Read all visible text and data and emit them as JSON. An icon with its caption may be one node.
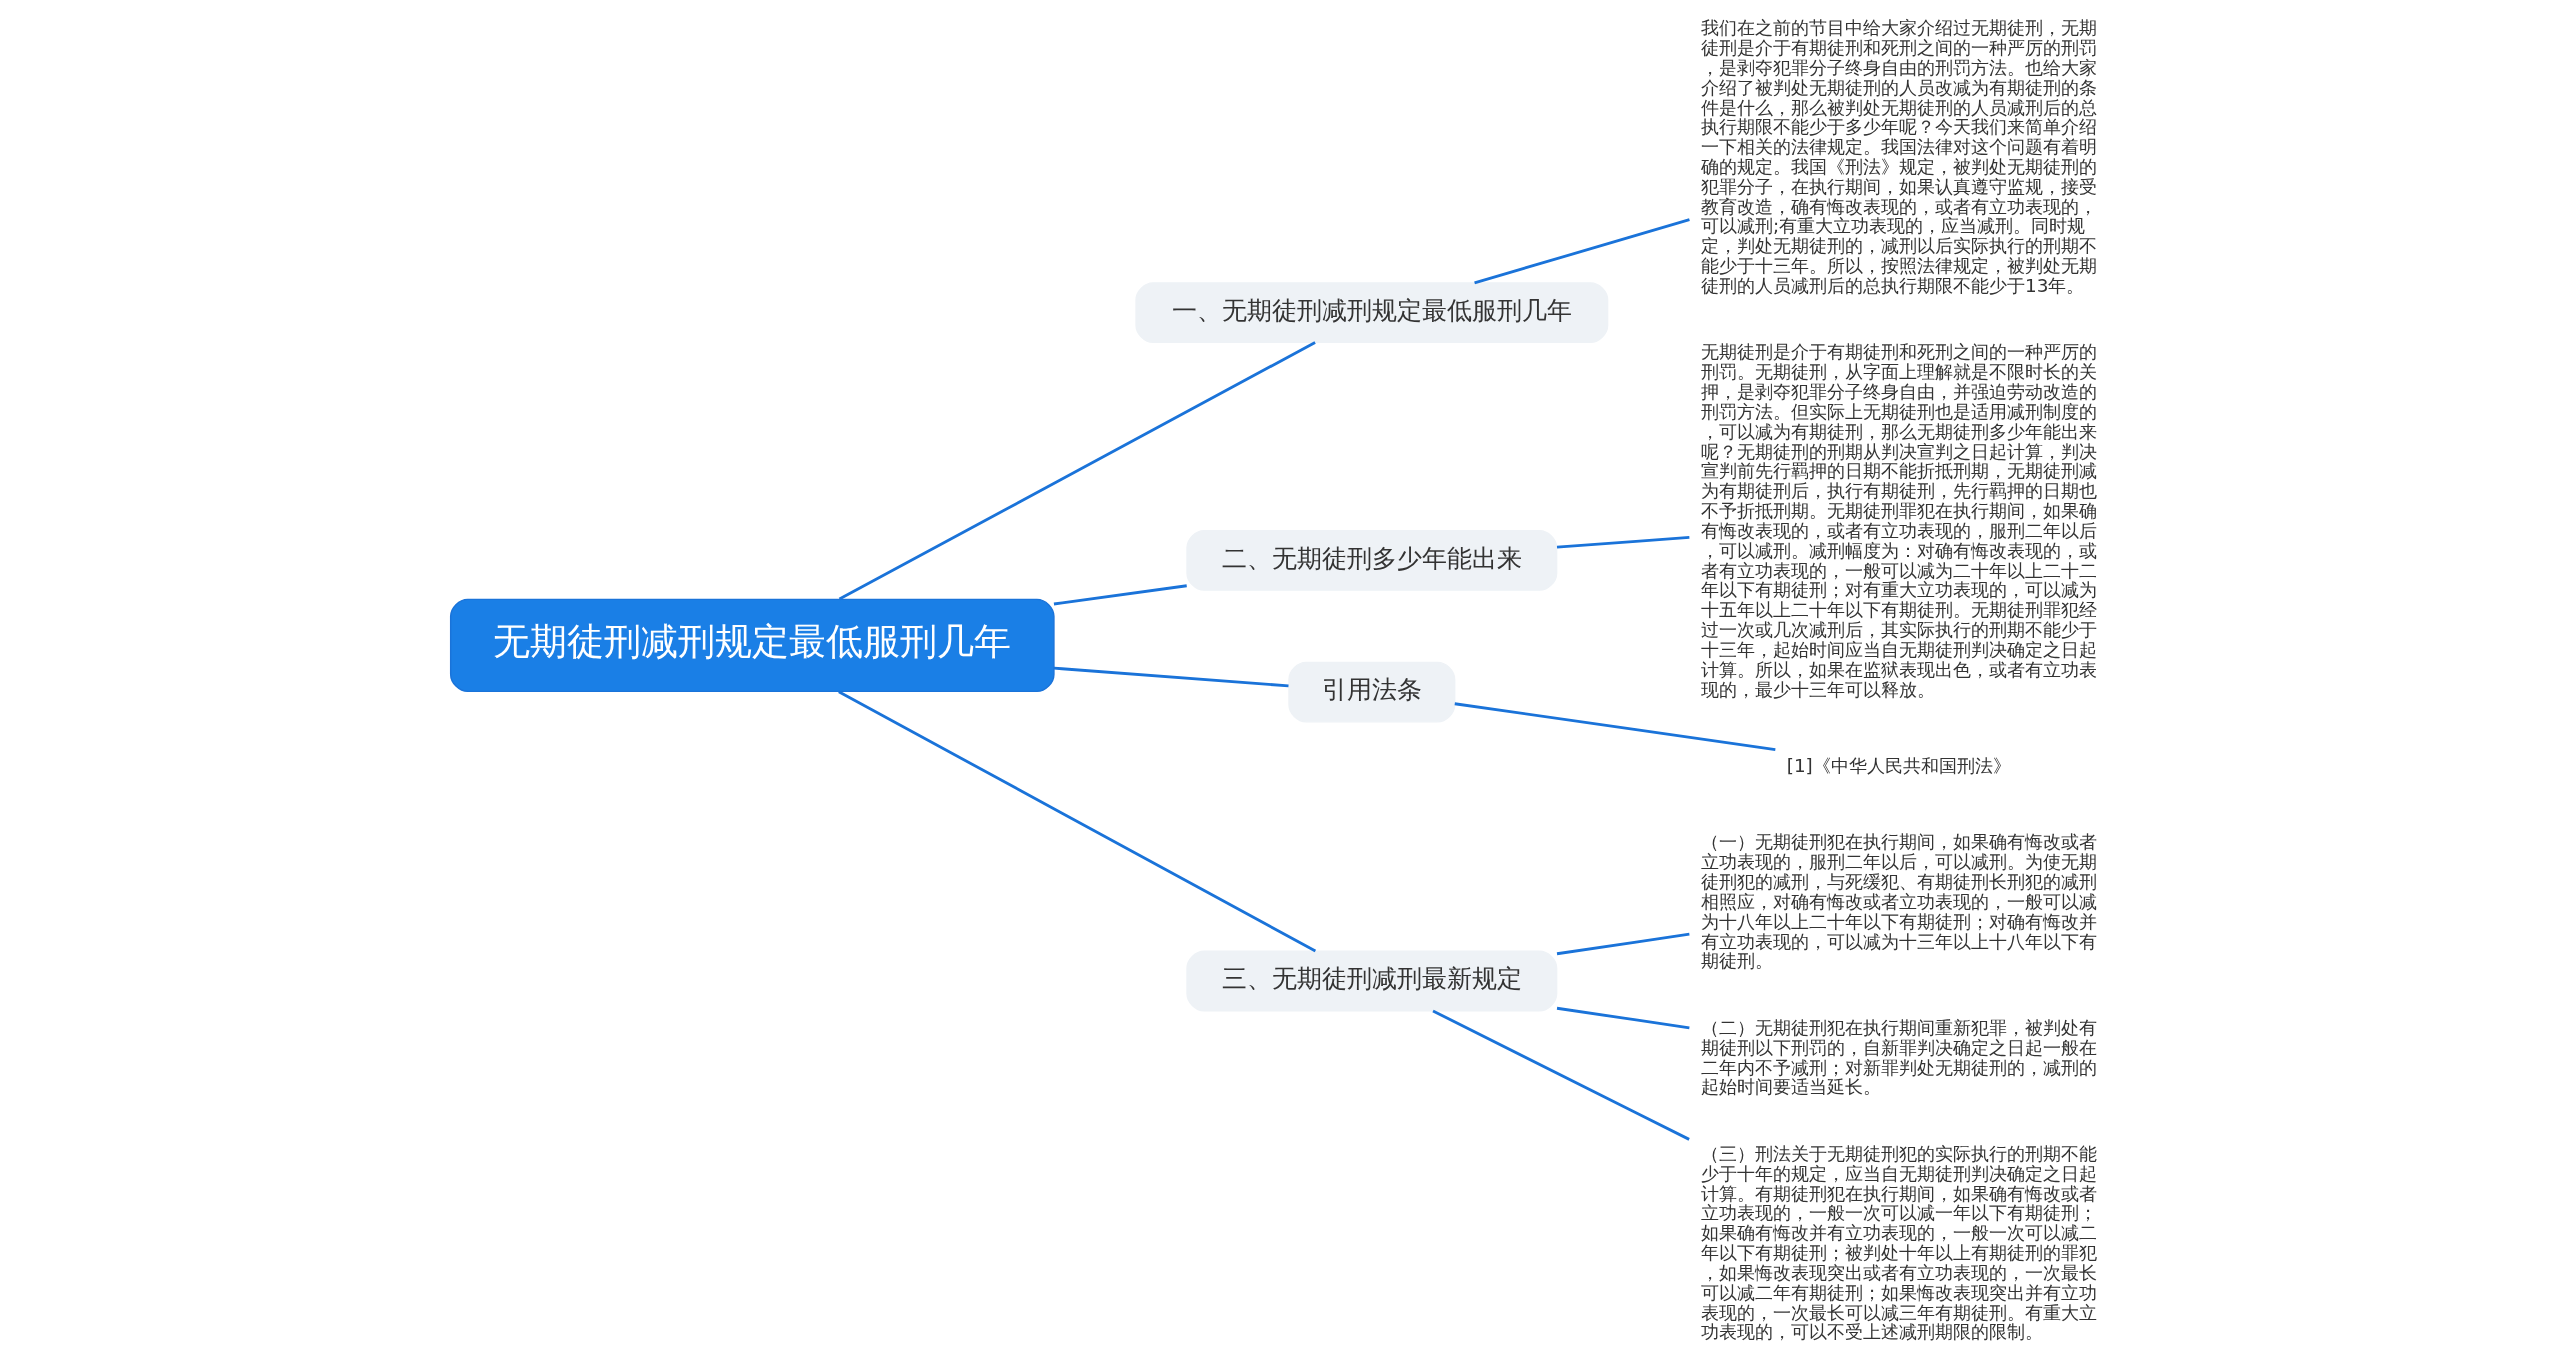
{
  "diagram": {
    "nodes": [
      {
        "text": [
          "无期徒刑减刑规定最低服刑几年"
        ]
      },
      {
        "text": [
          "一、无期徒刑减刑规定最低服刑几年"
        ]
      },
      {
        "text": [
          "我们在之前的节目中给大家介绍过无期徒刑，无期徒刑是介于有期徒刑和死刑之间的一种严厉的刑罚，是剥夺犯罪分子终身自由的刑罚方法。也给大家介绍了被判处无期徒刑的人员改减为有期徒刑的条件是什么，那么被判处无期徒刑的人员减刑后的总执行期限不能少于多少年呢？今天我们来简单介绍一下相关的法律规定。我国法律对这个问题有着明确的规定。我国《刑法》规定，被判处无期徒刑的犯罪分子，在执行期间，如果认真遵守监规，接受教育改造，确有悔改表现的，或者有立功表现的，可以减刑;有重大立功表现的，应当减刑。同时规定，判处无期徒刑的，减刑以后实际执行的刑期不能少于十三年。所以，按照法律规定，被判处无期徒刑的人员减刑后的总执行期限不能少于13年。"
        ]
      },
      {
        "text": [
          "二、无期徒刑多少年能出来"
        ]
      },
      {
        "text": [
          "无期徒刑是介于有期徒刑和死刑之间的一种严厉的刑罚。无期徒刑，从字面上理解就是不限时长的关押，是剥夺犯罪分子终身自由，并强迫劳动改造的刑罚方法。但实际上无期徒刑也是适用减刑制度的，可以减为有期徒刑，那么无期徒刑多少年能出来呢？无期徒刑的刑期从判决宣判之日起计算，判决宣判前先行羁押的日期不能折抵刑期，无期徒刑减为有期徒刑后，执行有期徒刑，先行羁押的日期也不予折抵刑期。无期徒刑罪犯在执行期间，如果确有悔改表现的，或者有立功表现的，服刑二年以后，可以减刑。减刑幅度为：对确有悔改表现的，或者有立功表现的，一般可以减为二十年以上二十二年以下有期徒刑；对有重大立功表现的，可以减为十五年以上二十年以下有期徒刑。无期徒刑罪犯经过一次或几次减刑后，其实际执行的刑期不能少于十三年，起始时间应当自无期徒刑判决确定之日起计算。所以，如果在监狱表现出色，或者有立功表现的，最少十三年可以释放。"
        ]
      },
      {
        "text": [
          "引用法条"
        ]
      },
      {
        "text": [
          "[1]《中华人民共和国刑法》"
        ]
      },
      {
        "text": [
          "三、无期徒刑减刑最新规定"
        ]
      },
      {
        "text": [
          "（一）无期徒刑犯在执行期间，如果确有悔改或者立功表现的，服刑二年以后，可以减刑。为使无期徒刑犯的减刑，与死缓犯、有期徒刑长刑犯的减刑相照应，对确有悔改或者立功表现的，一般可以减为十八年以上二十年以下有期徒刑；对确有悔改并有立功表现的，可以减为十三年以上十八年以下有期徒刑。"
        ]
      },
      {
        "text": [
          "（二）无期徒刑犯在执行期间重新犯罪，被判处有期徒刑以下刑罚的，自新罪判决确定之日起一般在二年内不予减刑；对新罪判处无期徒刑的，减刑的起始时间要适当延长。"
        ]
      },
      {
        "text": [
          "（三）刑法关于无期徒刑犯的实际执行的刑期不能少于十年的规定，应当自无期徒刑判决确定之日起计算。有期徒刑犯在执行期间，如果确有悔改或者立功表现的，一般一次可以减一年以下有期徒刑；如果确有悔改并有立功表现的，一般一次可以减二年以下有期徒刑；被判处十年以上有期徒刑的罪犯，如果悔改表现突出或者有立功表现的，一次最长可以减二年有期徒刑；如果悔改表现突出并有立功表现的，一次最长可以减三年有期徒刑。有重大立功表现的，可以不受上述减刑期限的限制。"
        ]
      }
    ],
    "edges": [
      {
        "from": 0,
        "to": 1,
        "arrow": "none"
      },
      {
        "from": 1,
        "to": 2,
        "arrow": "none"
      },
      {
        "from": 0,
        "to": 3,
        "arrow": "none"
      },
      {
        "from": 3,
        "to": 4,
        "arrow": "none"
      },
      {
        "from": 0,
        "to": 5,
        "arrow": "none"
      },
      {
        "from": 5,
        "to": 6,
        "arrow": "none"
      },
      {
        "from": 0,
        "to": 7,
        "arrow": "none"
      },
      {
        "from": 7,
        "to": 8,
        "arrow": "none"
      },
      {
        "from": 7,
        "to": 9,
        "arrow": "none"
      },
      {
        "from": 7,
        "to": 10,
        "arrow": "none"
      }
    ]
  }
}
